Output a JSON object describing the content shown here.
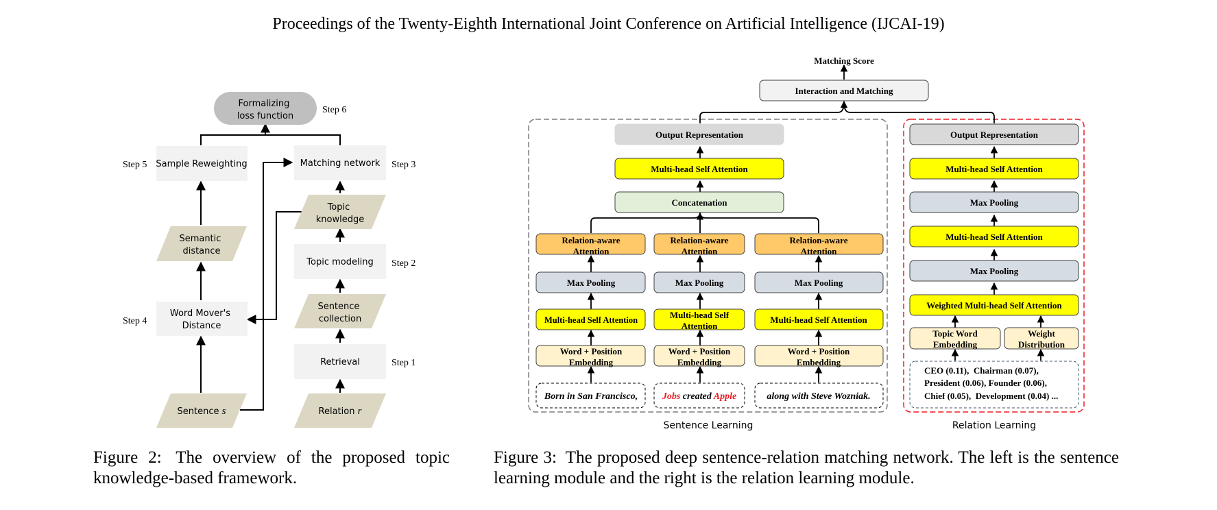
{
  "header": "Proceedings of the Twenty-Eighth International Joint Conference on Artificial Intelligence (IJCAI-19)",
  "figure2": {
    "nodes": {
      "loss": [
        "Formalizing",
        "loss function"
      ],
      "reweight": "Sample Reweighting",
      "matching": "Matching network",
      "topic_knowledge": [
        "Topic",
        "knowledge"
      ],
      "semantic_distance": [
        "Semantic",
        "distance"
      ],
      "topic_modeling": "Topic modeling",
      "sentence_collection": [
        "Sentence",
        "collection"
      ],
      "wmd": [
        "Word Mover's",
        "Distance"
      ],
      "retrieval": "Retrieval",
      "sentence": "Sentence",
      "sentence_var": "s",
      "relation": "Relation",
      "relation_var": "r"
    },
    "steps": {
      "step1": "Step 1",
      "step2": "Step 2",
      "step3": "Step 3",
      "step4": "Step 4",
      "step5": "Step 5",
      "step6": "Step 6"
    },
    "caption_label": "Figure 2:",
    "caption_text": "The overview of the proposed topic knowledge-based framework."
  },
  "figure3": {
    "matching_score": "Matching Score",
    "interaction": "Interaction and Matching",
    "output_rep": "Output Representation",
    "mhsa": "Multi-head Self Attention",
    "mhsa_wrapped": [
      "Multi-head Self",
      "Attention"
    ],
    "concatenation": "Concatenation",
    "relation_aware": [
      "Relation-aware",
      "Attention"
    ],
    "max_pooling": "Max Pooling",
    "word_pos": [
      "Word + Position",
      "Embedding"
    ],
    "weighted_mhsa": "Weighted Multi-head Self Attention",
    "topic_word_emb": [
      "Topic Word",
      "Embedding"
    ],
    "weight_dist": [
      "Weight",
      "Distribution"
    ],
    "sentence_part1": "Born in San Francisco,",
    "sentence_part2_a": "Jobs",
    "sentence_part2_b": " created ",
    "sentence_part2_c": "Apple",
    "sentence_part3": "along with Steve Wozniak.",
    "topic_words": [
      "CEO (0.11),  Chairman (0.07),",
      "President (0.06), Founder (0.06),",
      "Chief (0.05),  Development (0.04) ..."
    ],
    "sentence_learning": "Sentence Learning",
    "relation_learning": "Relation Learning",
    "caption_label": "Figure 3:",
    "caption_text": "The proposed deep sentence-relation matching network. The left is the sentence learning module and the right is the relation learning module."
  },
  "colors": {
    "gray_box": "#f2f2f2",
    "dark_gray_box": "#bfbfbf",
    "parallelogram": "#dbd7c3",
    "yellow": "#ffff00",
    "orange": "#ffc869",
    "light_blue": "#d6dce4",
    "light_green": "#e2efd9",
    "beige": "#fff2cc",
    "red_text": "#ee1c24"
  }
}
